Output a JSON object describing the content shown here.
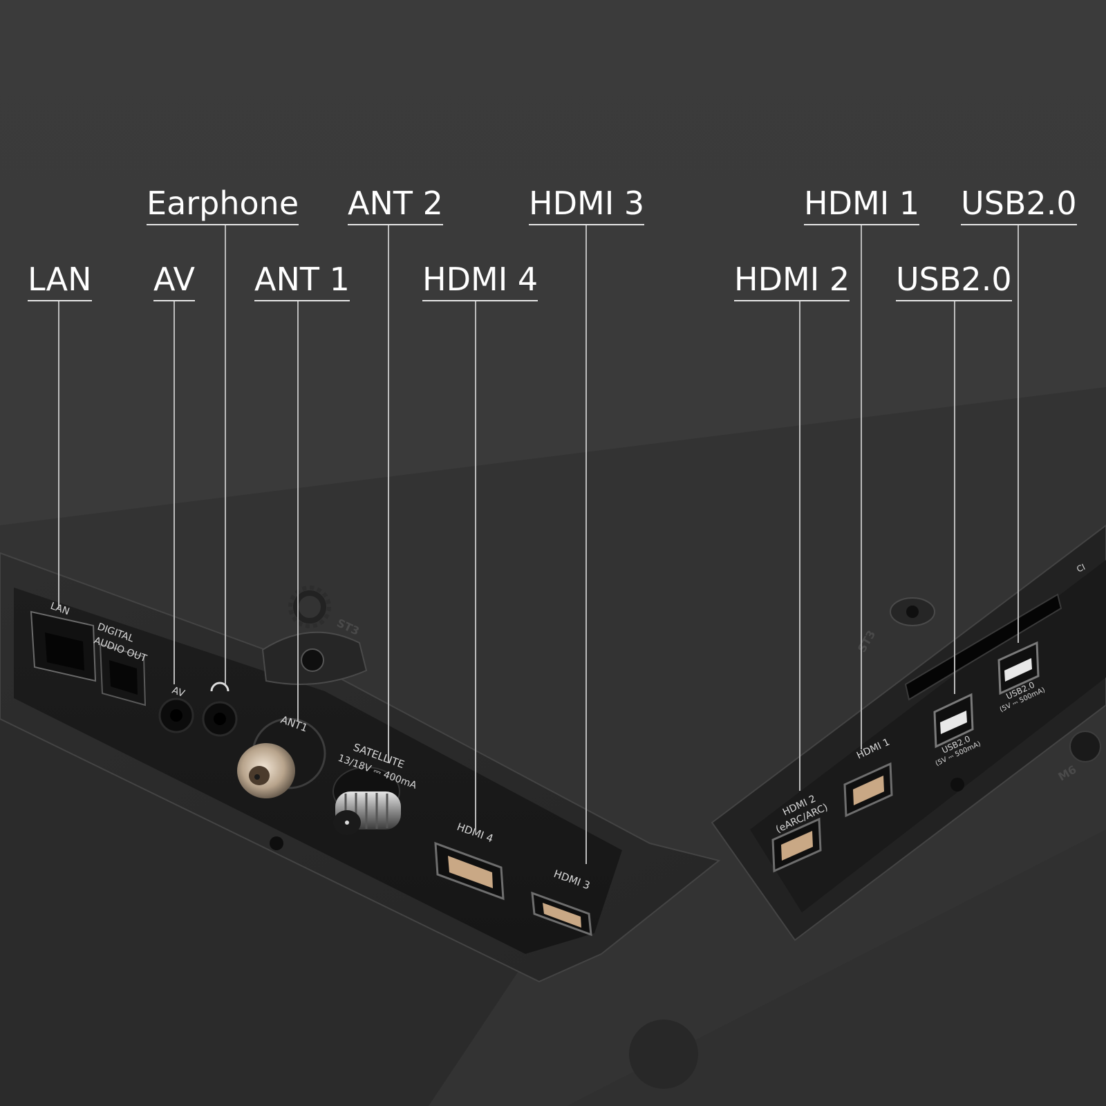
{
  "callouts": {
    "lan": "LAN",
    "av": "AV",
    "earphone": "Earphone",
    "ant1": "ANT 1",
    "ant2": "ANT 2",
    "hdmi4": "HDMI 4",
    "hdmi3": "HDMI 3",
    "hdmi2": "HDMI 2",
    "hdmi1": "HDMI 1",
    "usb_a": "USB2.0",
    "usb_b": "USB2.0"
  },
  "port_labels": {
    "lan": "LAN",
    "digital_audio_1": "DIGITAL",
    "digital_audio_2": "AUDIO OUT",
    "av": "AV",
    "ant1": "ANT1",
    "satellite_1": "SATELLITE",
    "satellite_2": "13/18V ⎓ 400mA",
    "hdmi4": "HDMI 4",
    "hdmi3": "HDMI 3",
    "hdmi2_1": "HDMI 2",
    "hdmi2_2": "(eARC/ARC)",
    "hdmi1": "HDMI 1",
    "usb_left_1": "USB2.0",
    "usb_left_2": "(5V ⎓ 500mA)",
    "usb_right_1": "USB2.0",
    "usb_right_2": "(5V ⎓ 500mA)",
    "ci": "CI",
    "st3_left": "ST3",
    "st3_right": "ST3",
    "m6": "M6"
  },
  "colors": {
    "background": "#3a3a3a",
    "callout_text": "#ffffff",
    "leader_line": "#bdbdbd"
  }
}
